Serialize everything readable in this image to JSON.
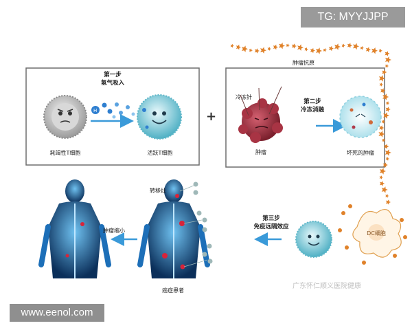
{
  "watermark_top": "TG: MYYJJPP",
  "watermark_bottom": "www.eenol.com",
  "credit": "广东怀仁顺义医院健康",
  "step1": {
    "title": "第一步",
    "subtitle": "氢气吸入",
    "left_cell": "耗竭性T细胞",
    "right_cell": "活跃T细胞"
  },
  "step2": {
    "title": "第二步",
    "subtitle": "冷冻消融",
    "probe": "冷冻针",
    "tumor": "肿瘤",
    "dead_tumor": "坏死的肿瘤"
  },
  "antigen": "肿瘤抗原",
  "step3": {
    "title": "第三步",
    "subtitle": "免疫远隔效应",
    "dc": "DC细胞"
  },
  "bodies": {
    "shrink": "肿瘤缩小",
    "patient": "癌症患者",
    "metastasis": "转移灶"
  },
  "colors": {
    "arrow": "#3a9ad9",
    "antigen": "#e0822a",
    "tumor": "#b03a4a",
    "tcell": "#6ec6d9",
    "body": "#1d6fb8"
  }
}
